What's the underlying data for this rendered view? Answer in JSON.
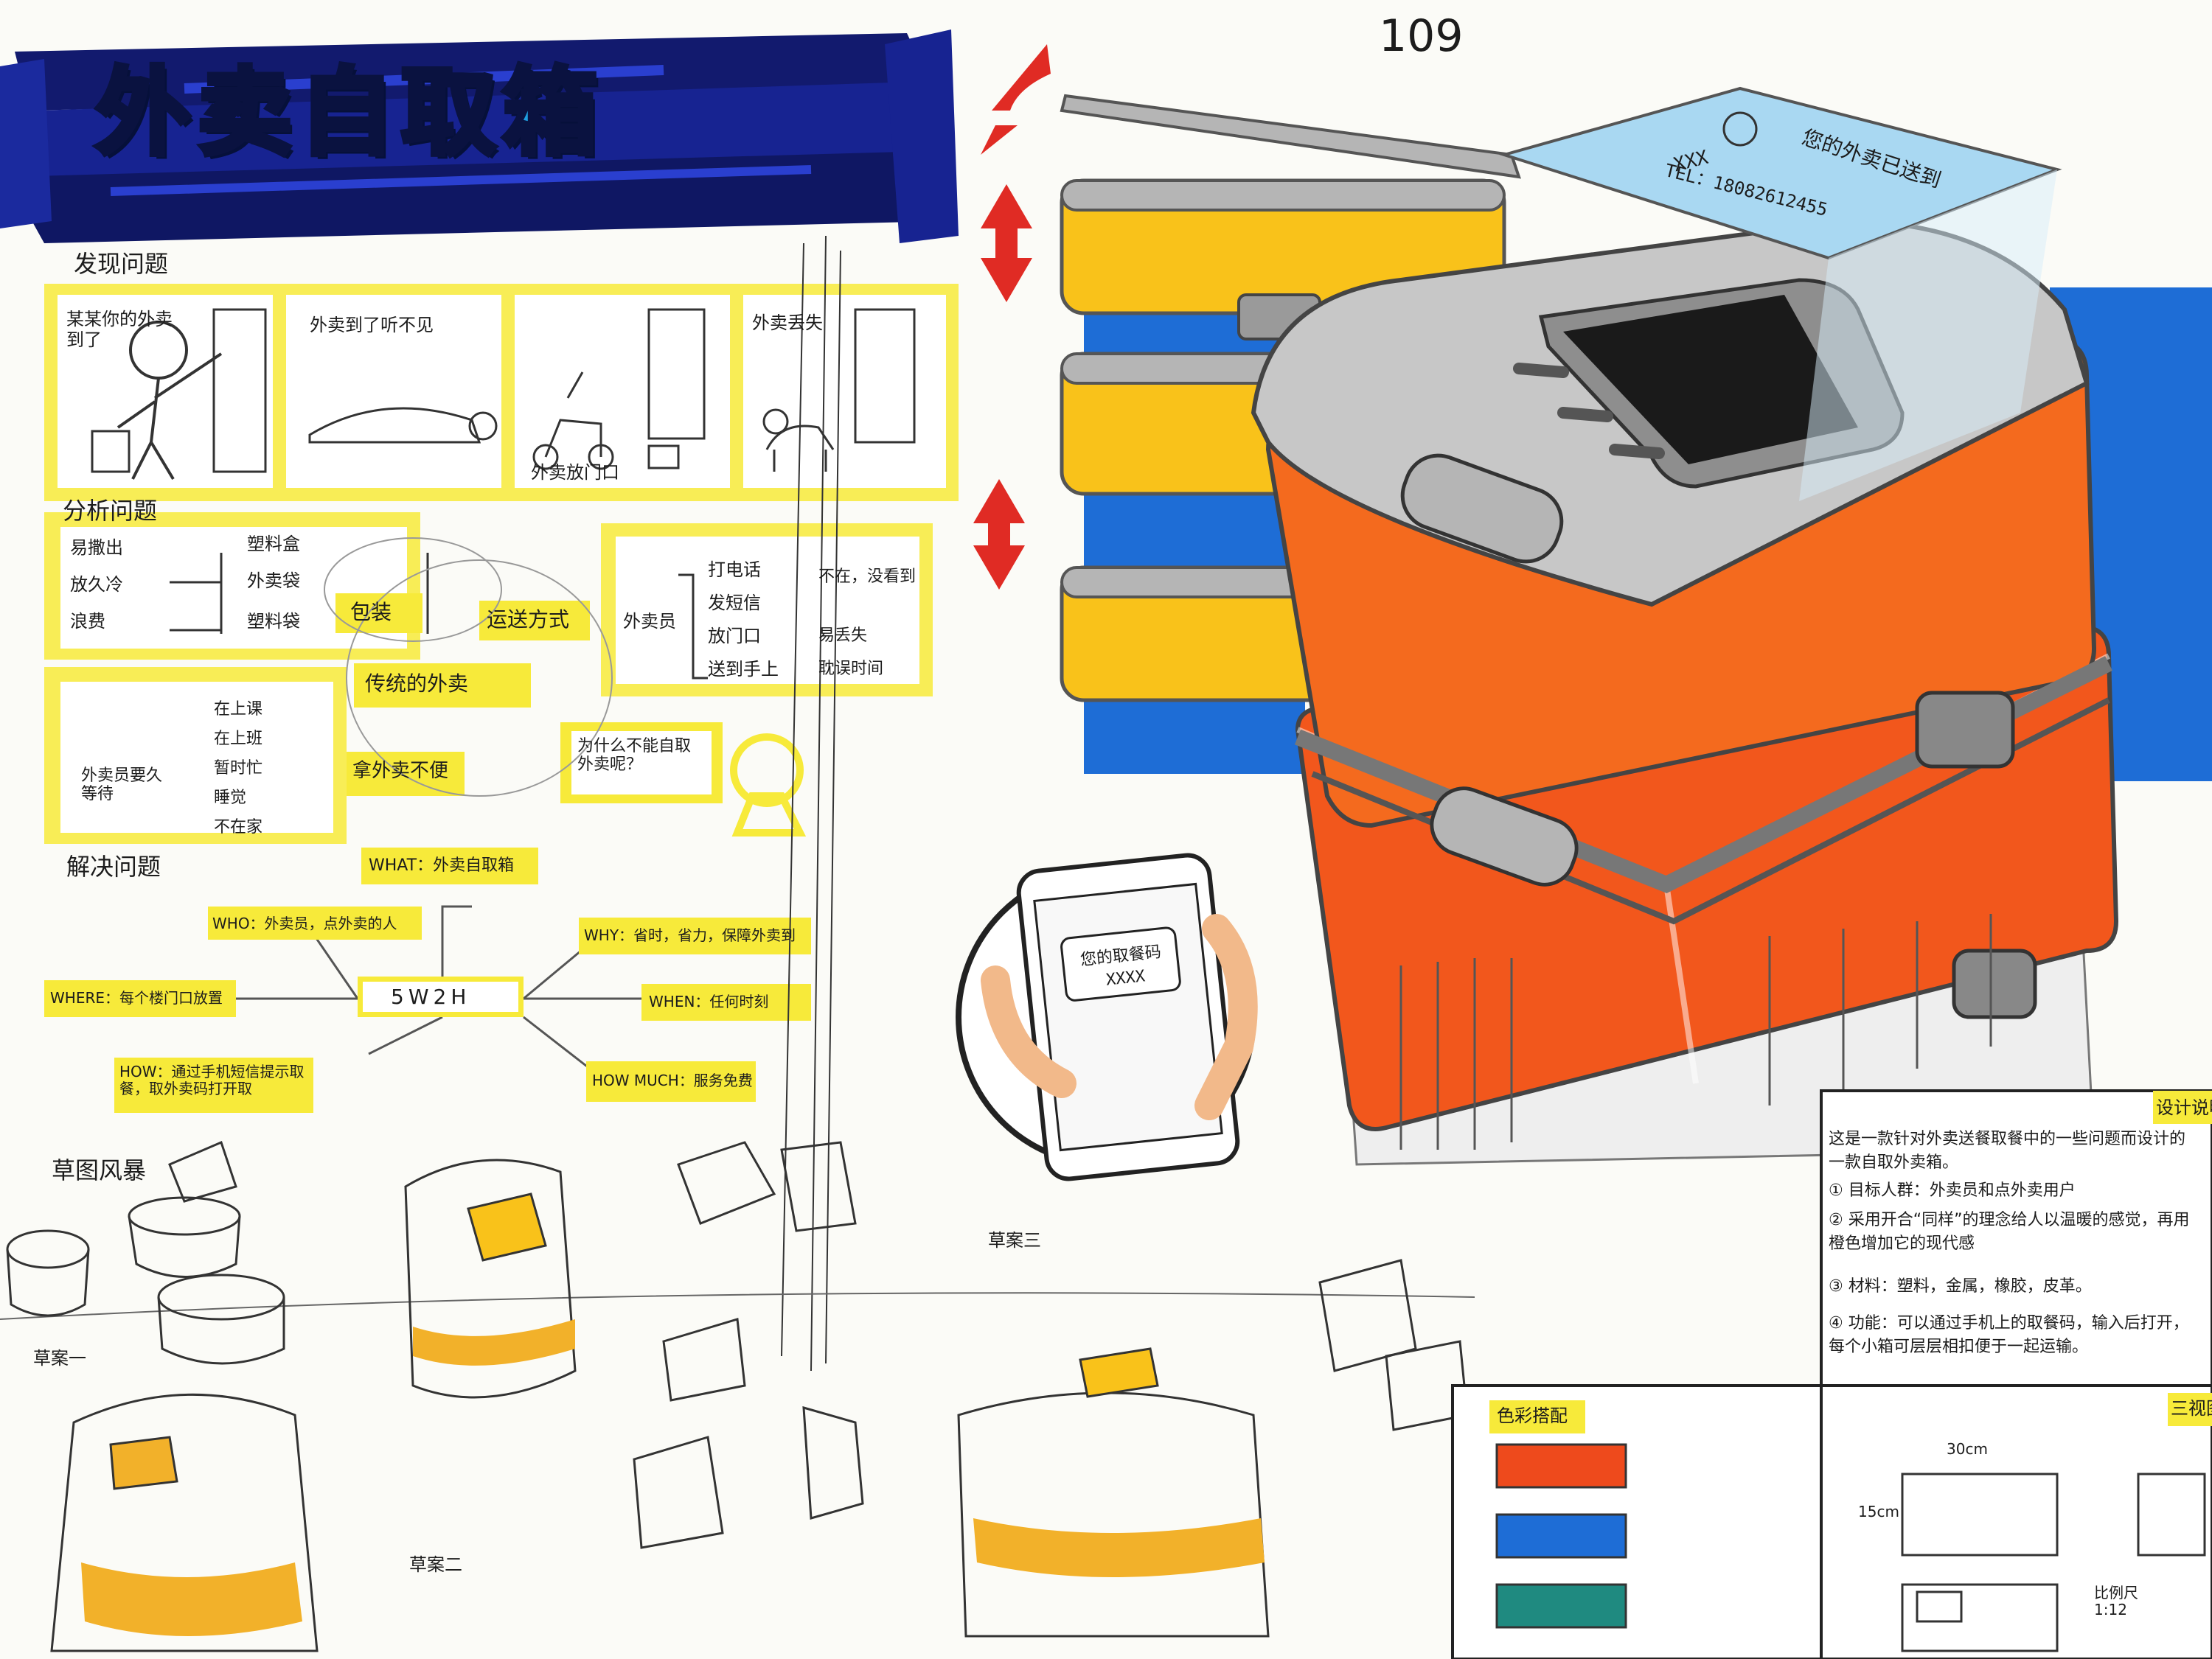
{
  "title": "外卖自取箱",
  "page_number": "109",
  "sections": {
    "discover": "发现问题",
    "analyze": "分析问题",
    "solve": "解决问题",
    "sketch": "草图风暴"
  },
  "discover_panels": [
    "某某你的外卖到了",
    "外卖到了听不见",
    "外卖放门口",
    "外卖丢失"
  ],
  "analysis": {
    "packaging": "包装",
    "delivery": "运送方式",
    "traditional": "传统的外卖",
    "inconvenience": "拿外卖不便",
    "sealed": "塑料盒",
    "bag": "外卖袋",
    "box": "塑料袋",
    "left": [
      "易撒出",
      "放久冷",
      "浪费"
    ],
    "courier": "外卖员",
    "methods": [
      "打电话",
      "发短信",
      "放门口",
      "送到手上"
    ],
    "method_results": [
      "不在，没看到",
      "易丢失",
      "耽误时间"
    ],
    "busy": [
      "在上课",
      "在上班",
      "暂时忙",
      "睡觉",
      "不在家"
    ],
    "wait": "外卖员要久等待",
    "question": "为什么不能自取外卖呢？"
  },
  "five_w": {
    "center": "5W2H",
    "what": "WHAT：外卖自取箱",
    "who": "WHO：外卖员，点外卖的人",
    "why": "WHY：省时，省力，保障外卖到",
    "where": "WHERE：每个楼门口放置",
    "when": "WHEN：任何时刻",
    "how": "HOW：通过手机短信提示取餐，取外卖码打开取",
    "how_much": "HOW MUCH：服务免费"
  },
  "device": {
    "screen_name": "XXX",
    "screen_tel": "TEL：18082612455",
    "screen_msg": "您的外卖已送到",
    "phone_msg": "您的取餐码",
    "phone_code": "XXXX"
  },
  "sketch_labels": [
    "草案一",
    "草案二",
    "草案三"
  ],
  "design_note": {
    "heading": "设计说明",
    "intro": "这是一款针对外卖送餐取餐中的一些问题而设计的一款自取外卖箱。",
    "points": [
      "① 目标人群：外卖员和点外卖用户",
      "② 采用开合“同样”的理念给人以温暖的感觉，再用橙色增加它的现代感",
      "③ 材料：塑料，金属，橡胶，皮革。",
      "④ 功能：可以通过手机上的取餐码，输入后打开，每个小箱可层层相扣便于一起运输。"
    ]
  },
  "palette": {
    "heading": "色彩搭配",
    "swatches": [
      "#ee4a1c",
      "#1e6dd6",
      "#1f8a80"
    ]
  },
  "three_view": {
    "heading": "三视图",
    "dim_w": "30cm",
    "dim_h": "15cm",
    "scale": "比例尺 1:12"
  },
  "colors": {
    "orange": "#f2571c",
    "yellow": "#f9c21a",
    "blue": "#1e6dd6",
    "red": "#e02b24",
    "highlight": "#f7ea3a",
    "sky": "#a9d8f2"
  }
}
